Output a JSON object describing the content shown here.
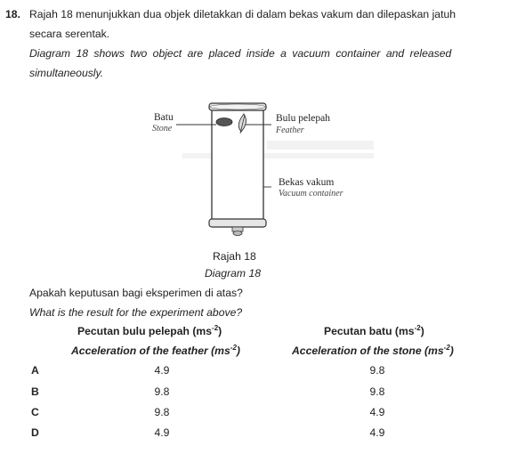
{
  "question": {
    "number": "18.",
    "malay_line1": "Rajah 18 menunjukkan dua objek diletakkan di dalam bekas vakum dan dilepaskan jatuh",
    "malay_line2": "secara serentak.",
    "english_line1": "Diagram 18 shows two object are placed inside a vacuum container and released",
    "english_line2": "simultaneously."
  },
  "diagram": {
    "label_stone_ms": "Batu",
    "label_stone_en": "Stone",
    "label_feather_ms": "Bulu pelepah",
    "label_feather_en": "Feather",
    "label_container_ms": "Bekas vakum",
    "label_container_en": "Vacuum container",
    "caption_ms": "Rajah 18",
    "caption_en": "Diagram 18"
  },
  "prompt": {
    "malay": "Apakah keputusan bagi eksperimen di atas?",
    "english": "What is the result for the experiment above?"
  },
  "table": {
    "col1_ms": "Pecutan bulu pelepah (ms",
    "col1_en": "Acceleration of the feather (ms",
    "col2_ms": "Pecutan batu (ms",
    "col2_en": "Acceleration of the stone (ms",
    "unit_exp": "-2",
    "unit_close": ")",
    "rows": [
      {
        "option": "A",
        "feather": "4.9",
        "stone": "9.8"
      },
      {
        "option": "B",
        "feather": "9.8",
        "stone": "9.8"
      },
      {
        "option": "C",
        "feather": "9.8",
        "stone": "4.9"
      },
      {
        "option": "D",
        "feather": "4.9",
        "stone": "4.9"
      }
    ]
  }
}
